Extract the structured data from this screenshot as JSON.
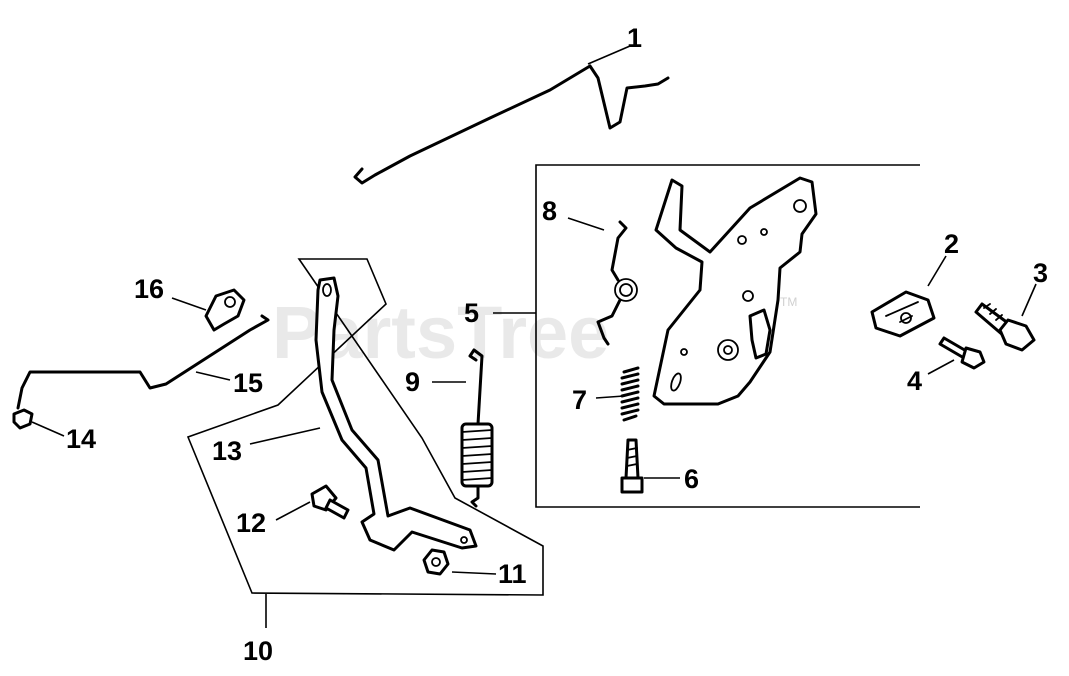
{
  "watermark": {
    "text": "PartsTree",
    "trademark": "TM"
  },
  "callouts": {
    "p1": "1",
    "p2": "2",
    "p3": "3",
    "p4": "4",
    "p5": "5",
    "p6": "6",
    "p7": "7",
    "p8": "8",
    "p9": "9",
    "p10": "10",
    "p11": "11",
    "p12": "12",
    "p13": "13",
    "p14": "14",
    "p15": "15",
    "p16": "16"
  }
}
